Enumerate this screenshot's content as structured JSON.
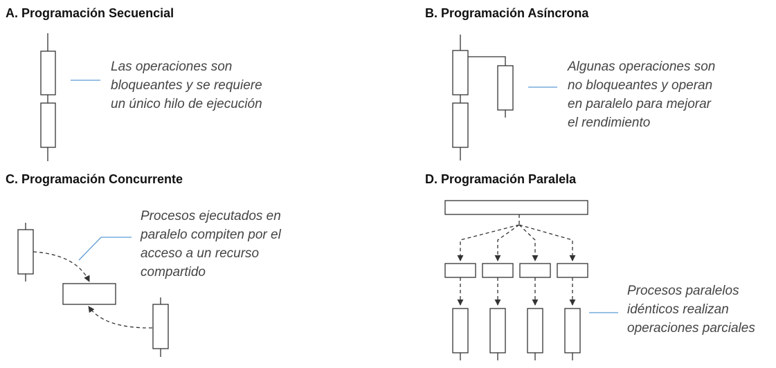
{
  "panels": {
    "a": {
      "title": "A. Programación Secuencial",
      "description": [
        "Las operaciones son",
        "bloqueantes y se requiere",
        "un único hilo de ejecución"
      ]
    },
    "b": {
      "title": "B. Programación Asíncrona",
      "description": [
        "Algunas operaciones son",
        "no bloqueantes y operan",
        "en paralelo para mejorar",
        "el rendimiento"
      ]
    },
    "c": {
      "title": "C. Programación Concurrente",
      "description": [
        "Procesos ejecutados en",
        "paralelo compiten por el",
        "acceso a un recurso",
        "compartido"
      ]
    },
    "d": {
      "title": "D. Programación Paralela",
      "description": [
        "Procesos paralelos",
        "idénticos realizan",
        "operaciones parciales"
      ]
    }
  },
  "colors": {
    "leader_line": "#5b9bd5",
    "stroke": "#333333",
    "text": "#444444"
  }
}
